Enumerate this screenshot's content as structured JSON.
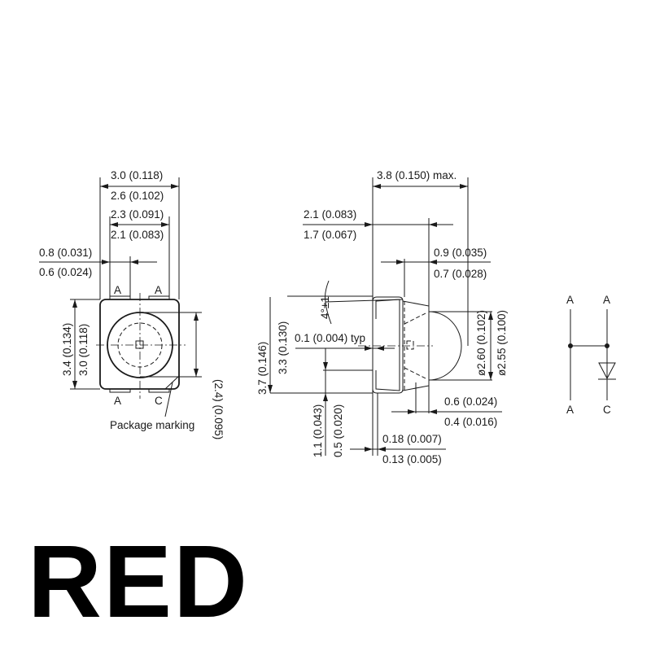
{
  "top_view": {
    "dim_width_max": "3.0 (0.118)",
    "dim_width_min": "2.6 (0.102)",
    "dim_pad_span_max": "2.3 (0.091)",
    "dim_pad_span_min": "2.1 (0.083)",
    "dim_pad_width_max": "0.8 (0.031)",
    "dim_pad_width_min": "0.6 (0.024)",
    "dim_height_max": "3.4 (0.134)",
    "dim_height_min": "3.0 (0.118)",
    "dim_lens": "(2.4) (0.095)",
    "pin_top_left": "A",
    "pin_top_right": "A",
    "pin_bottom_left": "A",
    "pin_bottom_right": "C",
    "marking_label": "Package marking"
  },
  "side_view": {
    "dim_length": "3.8 (0.150) max.",
    "dim_body_max": "2.1 (0.083)",
    "dim_body_min": "1.7 (0.067)",
    "dim_step_max": "0.9 (0.035)",
    "dim_step_min": "0.7 (0.028)",
    "dim_angle": "4°±1",
    "dim_gap": "0.1 (0.004) typ",
    "dim_height_max": "3.7 (0.146)",
    "dim_height_min": "3.3 (0.130)",
    "dim_dia_max": "ø2.60 (0.102)",
    "dim_dia_min": "ø2.55 (0.100)",
    "dim_lead_max": "1.1 (0.043)",
    "dim_lead_min": "0.5 (0.020)",
    "dim_recess_max": "0.6 (0.024)",
    "dim_recess_min": "0.4 (0.016)",
    "dim_thick_max": "0.18 (0.007)",
    "dim_thick_min": "0.13 (0.005)"
  },
  "schematic": {
    "top_left": "A",
    "top_right": "A",
    "bottom_left": "A",
    "bottom_right": "C"
  },
  "color_label": "RED"
}
